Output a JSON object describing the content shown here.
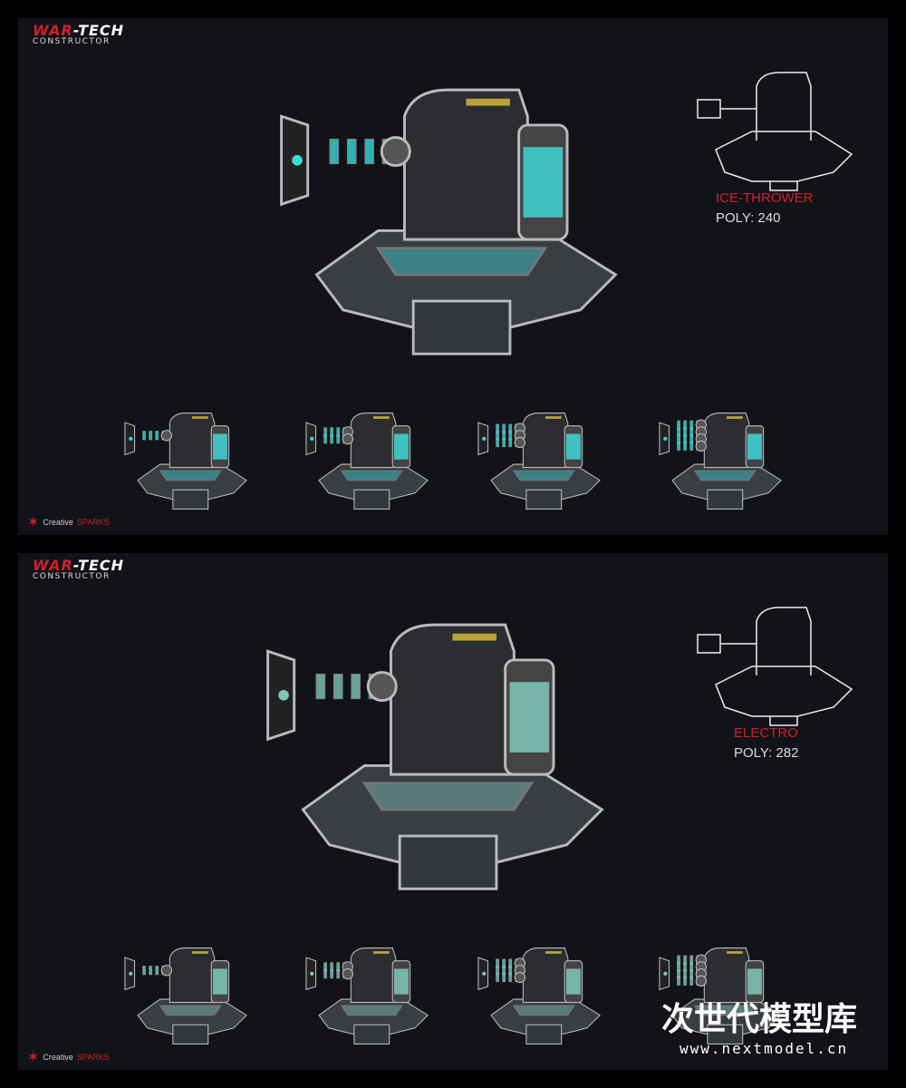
{
  "panels": [
    {
      "logo_war": "WAR",
      "logo_tech": "-TECH",
      "logo_sub": "CONSTRUCTOR",
      "name": "ICE-THROWER",
      "poly": "POLY: 240",
      "brand_a": "Creative",
      "brand_b": "SPARKS",
      "accent": "#3fd6d6",
      "variants": [
        1,
        2,
        3,
        4
      ]
    },
    {
      "logo_war": "WAR",
      "logo_tech": "-TECH",
      "logo_sub": "CONSTRUCTOR",
      "name": "ELECTRO",
      "poly": "POLY: 282",
      "brand_a": "Creative",
      "brand_b": "SPARKS",
      "accent": "#7fc8b8",
      "variants": [
        1,
        2,
        3,
        4
      ]
    }
  ],
  "watermark": {
    "text": "次世代模型库",
    "url": "www.nextmodel.cn"
  }
}
